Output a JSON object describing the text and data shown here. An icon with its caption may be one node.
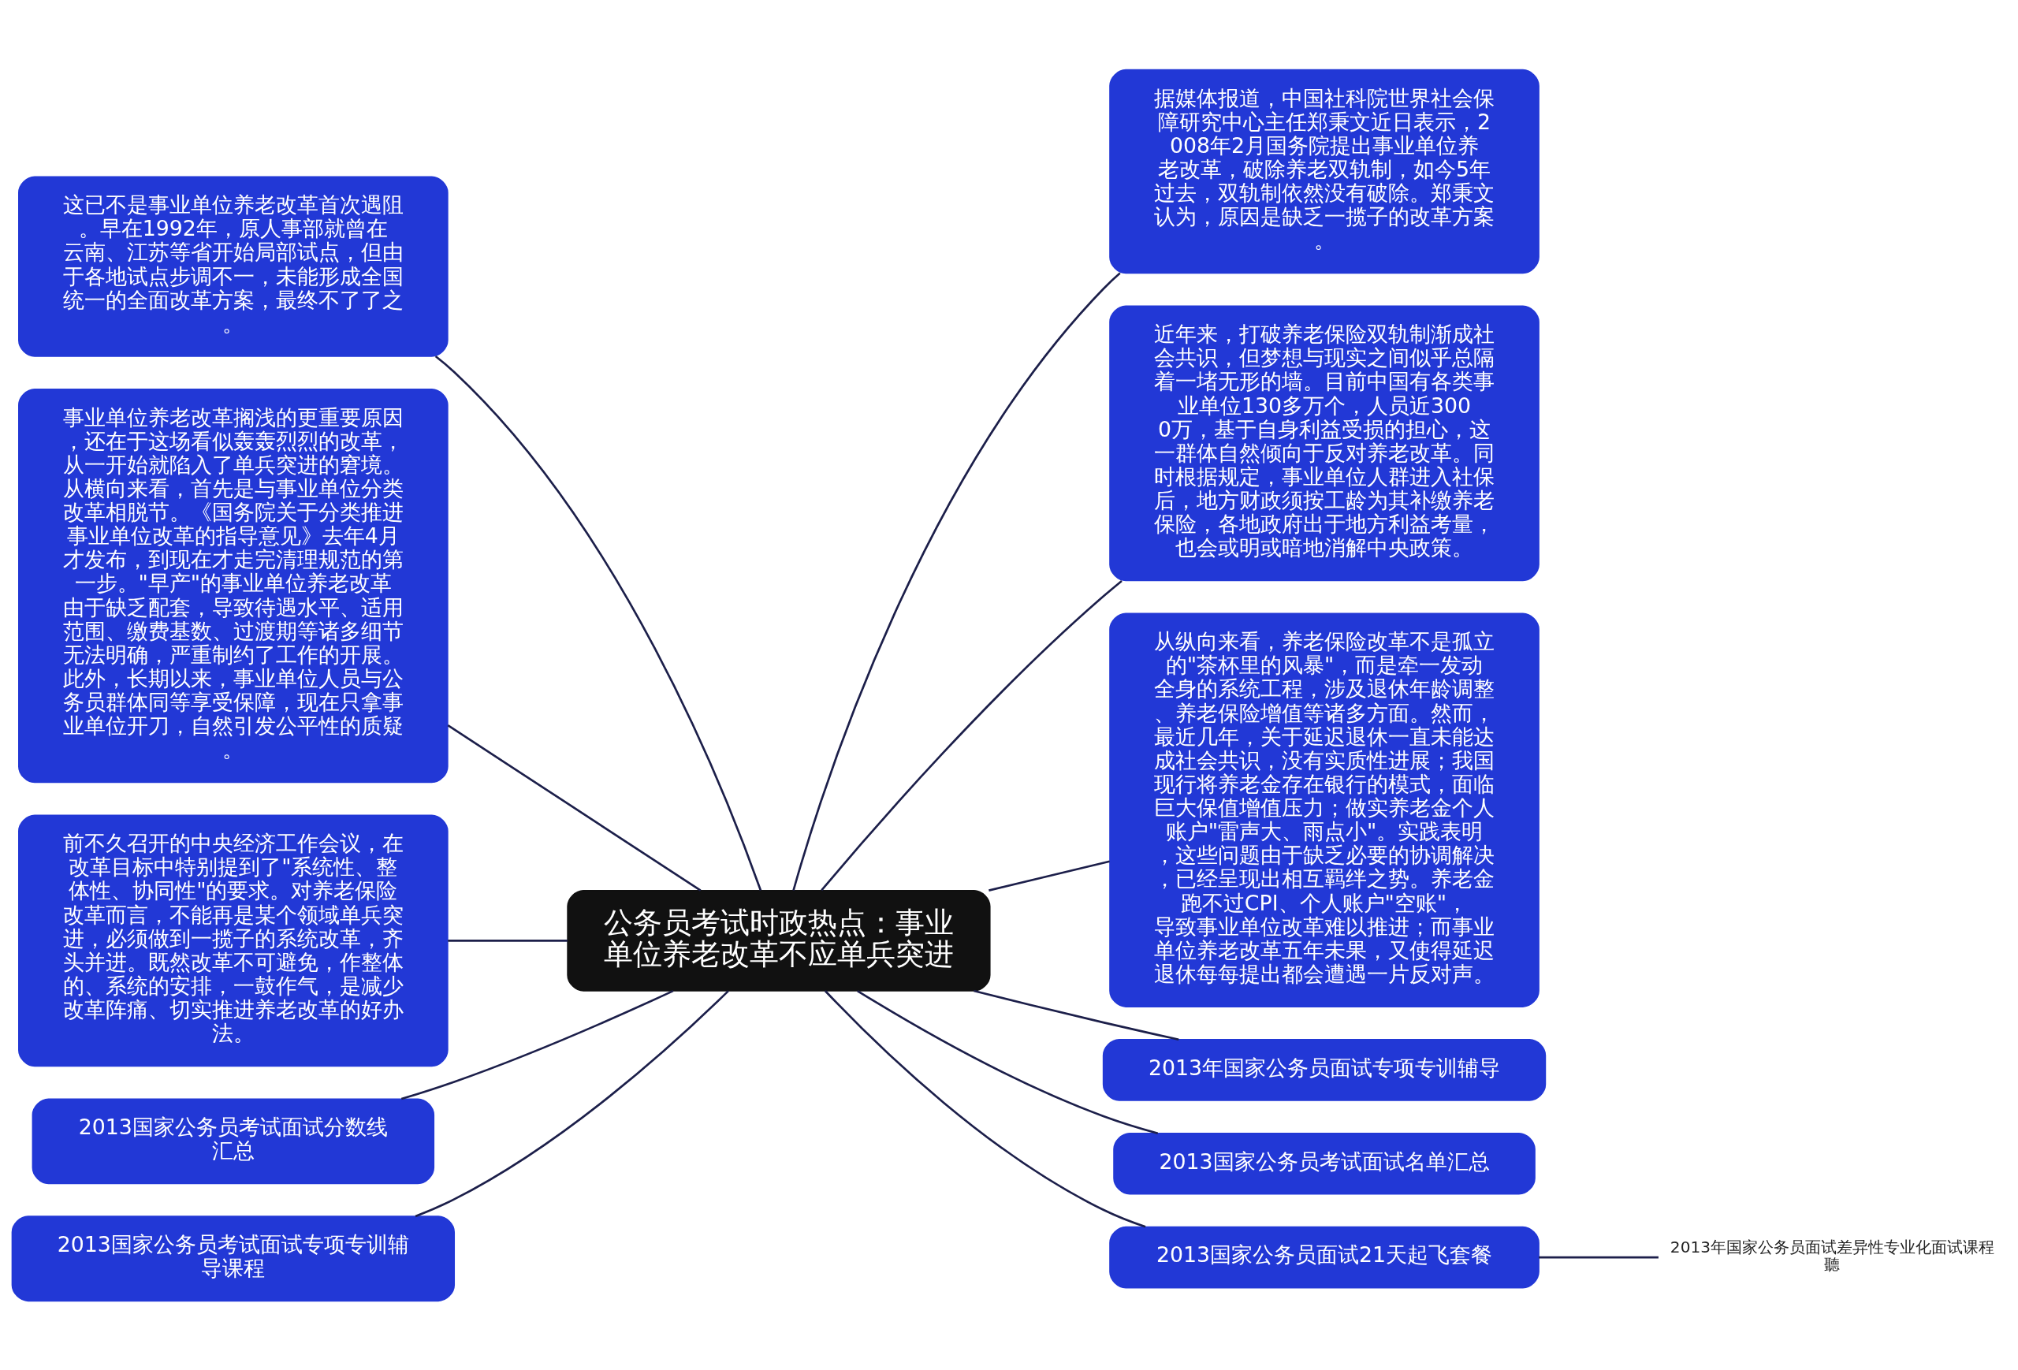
{
  "diagram": {
    "nodes": [
      {
        "text": [
          "公务员考试时政热点：事业单位养老改革不应单兵突进"
        ]
      },
      {
        "text": [
          "这已不是事业单位养老改革首次遇阻。早在1992年，原人事部就曾在云南、江苏等省开始局部试点，但由于各地试点步调不一，未能形成全国统一的全面改革方案，最终不了了之。"
        ]
      },
      {
        "text": [
          "事业单位养老改革搁浅的更重要原因，还在于这场看似轰轰烈烈的改革，从一开始就陷入了单兵突进的窘境。从横向来看，首先是与事业单位分类改革相脱节。《国务院关于分类推进事业单位改革的指导意见》去年4月才发布，到现在才走完清理规范的第一步。\"早产\"的事业单位养老改革由于缺乏配套，导致待遇水平、适用范围、缴费基数、过渡期等诸多细节无法明确，严重制约了工作的开展。此外，长期以来，事业单位人员与公务员群体同等享受保障，现在只拿事业单位开刀，自然引发公平性的质疑。"
        ]
      },
      {
        "text": [
          "前不久召开的中央经济工作会议，在改革目标中特别提到了\"系统性、整体性、协同性\"的要求。对养老保险改革而言，不能再是某个领域单兵突进，必须做到一揽子的系统改革，齐头并进。既然改革不可避免，作整体的、系统的安排，一鼓作气，是减少改革阵痛、切实推进养老改革的好办法。"
        ]
      },
      {
        "text": [
          "2013国家公务员考试面试分数线汇总"
        ]
      },
      {
        "text": [
          "2013国家公务员考试面试专项专训辅导课程"
        ]
      },
      {
        "text": [
          "据媒体报道，中国社科院世界社会保障研究中心主任郑秉文近日表示，2008年2月国务院提出事业单位养老改革，破除养老双轨制，如今5年过去，双轨制依然没有破除。郑秉文认为，原因是缺乏一揽子的改革方案。"
        ]
      },
      {
        "text": [
          "近年来，打破养老保险双轨制渐成社会共识，但梦想与现实之间似乎总隔着一堵无形的墙。目前中国有各类事业单位130多万个，人员近3000万，基于自身利益受损的担心，这一群体自然倾向于反对养老改革。同时根据规定，事业单位人群进入社保后，地方财政须按工龄为其补缴养老保险，各地政府出于地方利益考量，也会或明或暗地消解中央政策。"
        ]
      },
      {
        "text": [
          "从纵向来看，养老保险改革不是孤立的\"茶杯里的风暴\"，而是牵一发动全身的系统工程，涉及退休年龄调整、养老保险增值等诸多方面。然而，最近几年，关于延迟退休一直未能达成社会共识，没有实质性进展；我国现行将养老金存在银行的模式，面临巨大保值增值压力；做实养老金个人账户\"雷声大、雨点小\"。实践表明，这些问题由于缺乏必要的协调解决，已经呈现出相互羁绊之势。养老金跑不过CPI、个人账户\"空账\"，导致事业单位改革难以推进；而事业单位养老改革五年未果，又使得延迟退休每每提出都会遭遇一片反对声。"
        ]
      },
      {
        "text": [
          "2013年国家公务员面试专项专训辅导"
        ]
      },
      {
        "text": [
          "2013国家公务员考试面试名单汇总"
        ]
      },
      {
        "text": [
          "2013国家公务员面试21天起飞套餐"
        ]
      },
      {
        "text": [
          "2013年国家公务员面试差异性专业化面试课程聽"
        ]
      }
    ],
    "edges": [
      {
        "from": 0,
        "to": 1,
        "arrow": "none"
      },
      {
        "from": 0,
        "to": 2,
        "arrow": "none"
      },
      {
        "from": 0,
        "to": 3,
        "arrow": "none"
      },
      {
        "from": 0,
        "to": 4,
        "arrow": "none"
      },
      {
        "from": 0,
        "to": 5,
        "arrow": "none"
      },
      {
        "from": 0,
        "to": 6,
        "arrow": "none"
      },
      {
        "from": 0,
        "to": 7,
        "arrow": "none"
      },
      {
        "from": 0,
        "to": 8,
        "arrow": "none"
      },
      {
        "from": 0,
        "to": 9,
        "arrow": "none"
      },
      {
        "from": 0,
        "to": 10,
        "arrow": "none"
      },
      {
        "from": 0,
        "to": 11,
        "arrow": "none"
      },
      {
        "from": 11,
        "to": 12,
        "arrow": "none"
      }
    ]
  }
}
